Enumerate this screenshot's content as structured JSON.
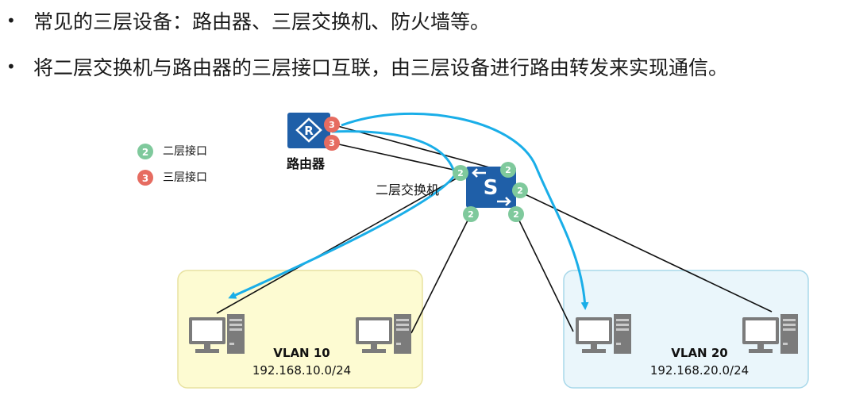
{
  "bullets": [
    "常见的三层设备：路由器、三层交换机、防火墙等。",
    "将二层交换机与路由器的三层接口互联，由三层设备进行路由转发来实现通信。"
  ],
  "bullet_marker": "•",
  "legend": {
    "l2_badge": "2",
    "l2_text": "二层接口",
    "l3_badge": "3",
    "l3_text": "三层接口"
  },
  "router": {
    "label": "路由器",
    "icon_letter": "R",
    "port_badge": "3"
  },
  "switch": {
    "label": "二层交换机",
    "icon_letter": "S",
    "port_badge": "2"
  },
  "vlans": [
    {
      "name": "VLAN 10",
      "subnet": "192.168.10.0/24"
    },
    {
      "name": "VLAN 20",
      "subnet": "192.168.20.0/24"
    }
  ],
  "colors": {
    "l2_port": "#7fc99c",
    "l3_port": "#e66c61",
    "device_blue": "#1f5fa8",
    "arrow": "#1aaee8",
    "vlan10_bg": "#fdfbd2",
    "vlan10_border": "#e8e2a0",
    "vlan20_bg": "#eaf6fb",
    "vlan20_border": "#a8d8ea"
  }
}
